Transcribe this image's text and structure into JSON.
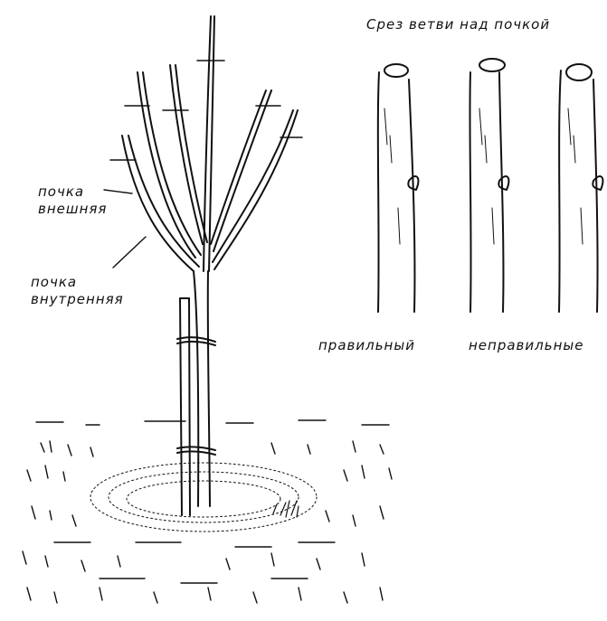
{
  "labels": {
    "title": "Срез ветви над почкой",
    "bud_outer_line1": "почка",
    "bud_outer_line2": "внешняя",
    "bud_inner_line1": "почка",
    "bud_inner_line2": "внутренняя",
    "correct": "правильный",
    "incorrect": "неправильные"
  }
}
